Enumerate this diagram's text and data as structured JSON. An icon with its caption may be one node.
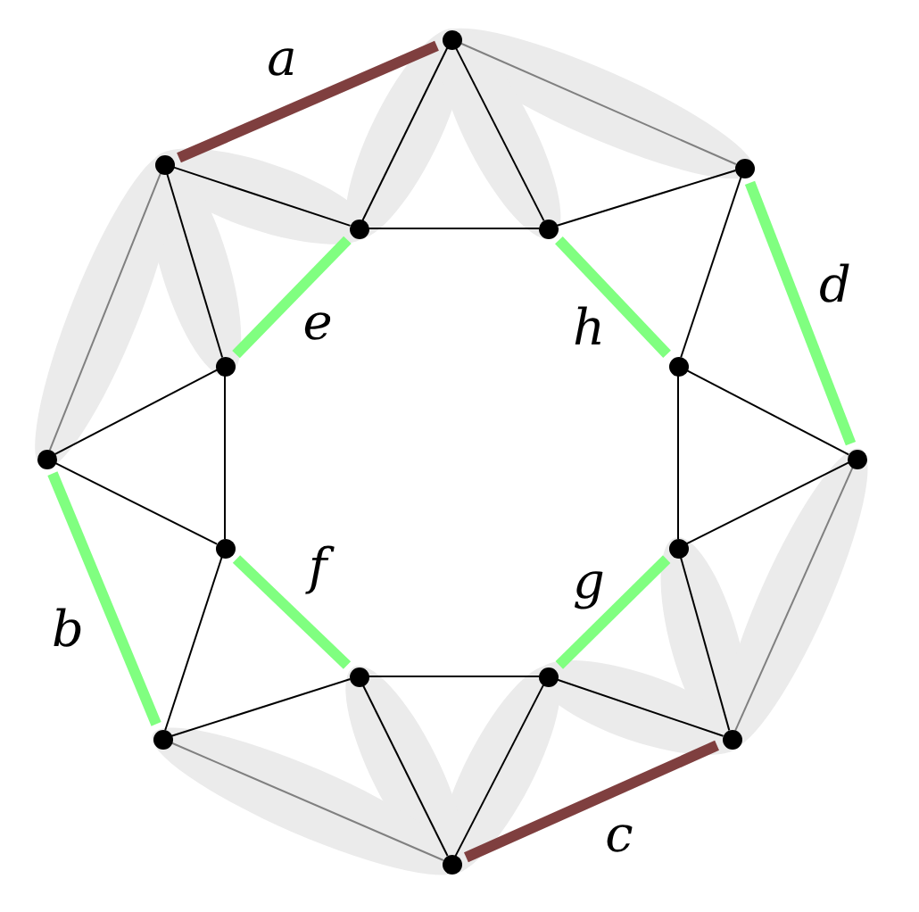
{
  "diagram": {
    "nodes": [
      {
        "text": [],
        "shape": "circle"
      },
      {
        "text": [],
        "shape": "circle"
      },
      {
        "text": [],
        "shape": "circle"
      },
      {
        "text": [],
        "shape": "circle"
      },
      {
        "text": [],
        "shape": "circle"
      },
      {
        "text": [],
        "shape": "circle"
      },
      {
        "text": [],
        "shape": "circle"
      },
      {
        "text": [],
        "shape": "circle"
      },
      {
        "text": [],
        "shape": "circle"
      },
      {
        "text": [],
        "shape": "circle"
      },
      {
        "text": [],
        "shape": "circle"
      },
      {
        "text": [],
        "shape": "circle"
      },
      {
        "text": [],
        "shape": "circle"
      },
      {
        "text": [],
        "shape": "circle"
      },
      {
        "text": [],
        "shape": "circle"
      },
      {
        "text": [],
        "shape": "circle"
      }
    ],
    "edges": [
      {
        "from": 1,
        "to": 0,
        "arrow": "none",
        "label": "a",
        "style": "thick",
        "color": "#7f3f3f"
      },
      {
        "from": 2,
        "to": 8,
        "arrow": "none",
        "label": "d",
        "style": "thick",
        "color": "#80ff80"
      },
      {
        "from": 14,
        "to": 15,
        "arrow": "none",
        "label": "c",
        "style": "thick",
        "color": "#7f3f3f"
      },
      {
        "from": 13,
        "to": 7,
        "arrow": "none",
        "label": "b",
        "style": "thick",
        "color": "#80ff80"
      },
      {
        "from": 3,
        "to": 5,
        "arrow": "none",
        "label": "e",
        "style": "thick",
        "color": "#80ff80"
      },
      {
        "from": 4,
        "to": 6,
        "arrow": "none",
        "label": "h",
        "style": "thick",
        "color": "#80ff80"
      },
      {
        "from": 10,
        "to": 12,
        "arrow": "none",
        "label": "g",
        "style": "thick",
        "color": "#80ff80"
      },
      {
        "from": 11,
        "to": 9,
        "arrow": "none",
        "label": "f",
        "style": "thick",
        "color": "#80ff80"
      },
      {
        "from": 3,
        "to": 4,
        "arrow": "none"
      },
      {
        "from": 6,
        "to": 10,
        "arrow": "none"
      },
      {
        "from": 12,
        "to": 11,
        "arrow": "none"
      },
      {
        "from": 9,
        "to": 5,
        "arrow": "none"
      },
      {
        "from": 0,
        "to": 3,
        "arrow": "none"
      },
      {
        "from": 0,
        "to": 4,
        "arrow": "none"
      },
      {
        "from": 0,
        "to": 2,
        "arrow": "none",
        "color": "#808080"
      },
      {
        "from": 2,
        "to": 4,
        "arrow": "none"
      },
      {
        "from": 2,
        "to": 6,
        "arrow": "none"
      },
      {
        "from": 8,
        "to": 6,
        "arrow": "none"
      },
      {
        "from": 8,
        "to": 10,
        "arrow": "none"
      },
      {
        "from": 14,
        "to": 10,
        "arrow": "none"
      },
      {
        "from": 14,
        "to": 12,
        "arrow": "none"
      },
      {
        "from": 14,
        "to": 8,
        "arrow": "none",
        "color": "#808080"
      },
      {
        "from": 15,
        "to": 12,
        "arrow": "none"
      },
      {
        "from": 15,
        "to": 11,
        "arrow": "none"
      },
      {
        "from": 15,
        "to": 13,
        "arrow": "none",
        "color": "#808080"
      },
      {
        "from": 13,
        "to": 11,
        "arrow": "none"
      },
      {
        "from": 13,
        "to": 9,
        "arrow": "none"
      },
      {
        "from": 7,
        "to": 9,
        "arrow": "none"
      },
      {
        "from": 7,
        "to": 5,
        "arrow": "none"
      },
      {
        "from": 7,
        "to": 1,
        "arrow": "none",
        "color": "#808080"
      },
      {
        "from": 1,
        "to": 5,
        "arrow": "none"
      },
      {
        "from": 1,
        "to": 3,
        "arrow": "none"
      }
    ]
  }
}
